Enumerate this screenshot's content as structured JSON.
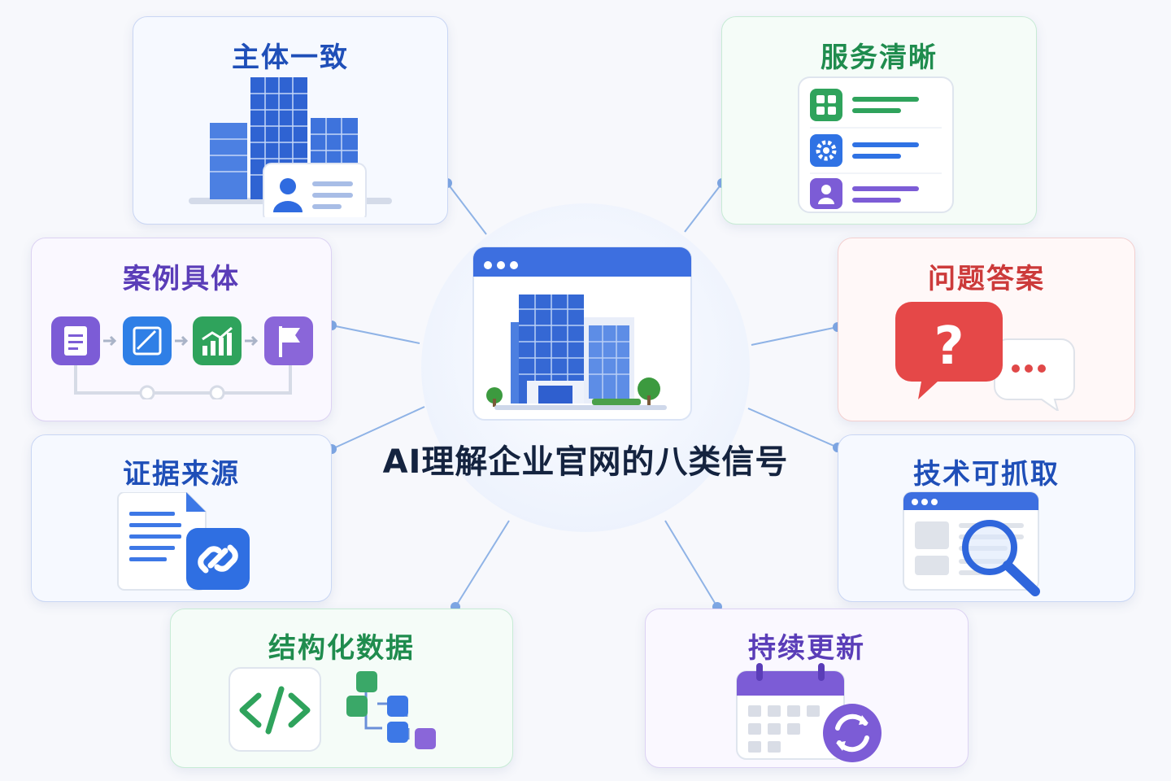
{
  "center": {
    "title": "AI理解企业官网的八类信号",
    "icon": "website-building-icon"
  },
  "signals": [
    {
      "key": "entity",
      "label": "主体一致",
      "icon": "office-building-id-card-icon",
      "color": "#1f4fb8",
      "border": "#c9d6f4",
      "bg": "#f6f9ff"
    },
    {
      "key": "service",
      "label": "服务清晰",
      "icon": "service-list-icon",
      "color": "#1f8c4e",
      "border": "#c7ebd5",
      "bg": "#f5fcf8"
    },
    {
      "key": "case",
      "label": "案例具体",
      "icon": "case-process-icon",
      "color": "#5a3db8",
      "border": "#dcd2f3",
      "bg": "#faf8ff"
    },
    {
      "key": "qa",
      "label": "问题答案",
      "icon": "question-chat-icon",
      "color": "#cc3a3a",
      "border": "#f3d0d0",
      "bg": "#fff8f8"
    },
    {
      "key": "evidence",
      "label": "证据来源",
      "icon": "document-link-icon",
      "color": "#1f4fb8",
      "border": "#c9d6f4",
      "bg": "#f6f9ff"
    },
    {
      "key": "crawl",
      "label": "技术可抓取",
      "icon": "webpage-search-icon",
      "color": "#1f4fb8",
      "border": "#c9d6f4",
      "bg": "#f6f9ff"
    },
    {
      "key": "structured",
      "label": "结构化数据",
      "icon": "code-structure-icon",
      "color": "#1f8c4e",
      "border": "#c7ebd5",
      "bg": "#f5fcf8"
    },
    {
      "key": "update",
      "label": "持续更新",
      "icon": "calendar-refresh-icon",
      "color": "#5a3db8",
      "border": "#dcd2f3",
      "bg": "#faf8ff"
    }
  ]
}
